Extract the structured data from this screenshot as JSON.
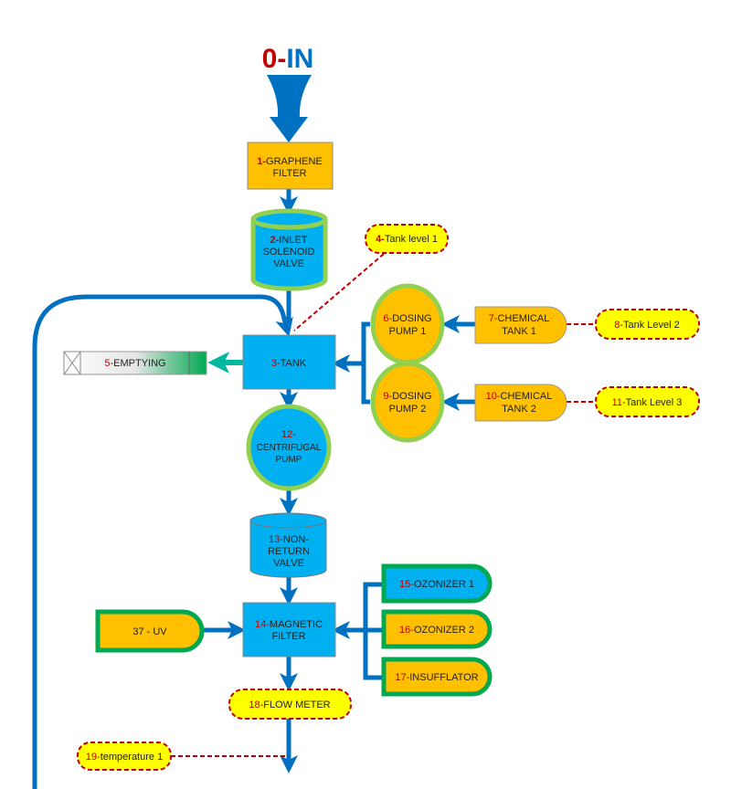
{
  "colors": {
    "flow": "#0070c0",
    "orange": "#ffc000",
    "blue": "#00b0f0",
    "green_outline": "#92d050",
    "dark_green_outline": "#00a84f",
    "sensor_fill": "#ffff00",
    "sensor_border": "#c00000",
    "number_red": "#c00000"
  },
  "title": {
    "num": "0-",
    "text": "IN"
  },
  "nodes": {
    "n1": {
      "num": "1-",
      "line1": "GRAPHENE",
      "line2": "FILTER"
    },
    "n2": {
      "num": "2-",
      "line1": "INLET",
      "line2": "SOLENOID",
      "line3": "VALVE"
    },
    "n3": {
      "num": "3-",
      "text": "TANK"
    },
    "n4": {
      "num": "4-",
      "text": "Tank level 1"
    },
    "n5": {
      "num": "5-",
      "text": "EMPTYING"
    },
    "n6": {
      "num": "6-",
      "line1": "DOSING",
      "line2": "PUMP 1"
    },
    "n7": {
      "num": "7-",
      "line1": "CHEMICAL",
      "line2": "TANK 1"
    },
    "n8": {
      "num": "8-",
      "text": "Tank Level 2"
    },
    "n9": {
      "num": "9-",
      "line1": "DOSING",
      "line2": "PUMP 2"
    },
    "n10": {
      "num": "10-",
      "line1": "CHEMICAL",
      "line2": "TANK 2"
    },
    "n11": {
      "num": "11-",
      "text": "Tank Level 3"
    },
    "n12": {
      "num": "12-",
      "line2": "CENTRIFUGAL",
      "line3": "PUMP"
    },
    "n13": {
      "num": "13-",
      "line1": "NON-",
      "line2": "RETURN",
      "line3": "VALVE"
    },
    "n14": {
      "num": "14-",
      "line1": "MAGNETIC",
      "line2": "FILTER"
    },
    "n15": {
      "num": "15-",
      "text": "OZONIZER 1"
    },
    "n16": {
      "num": "16-",
      "text": "OZONIZER 2"
    },
    "n17": {
      "num": "17-",
      "text": "INSUFFLATOR"
    },
    "n18": {
      "num": "18-",
      "text": "FLOW METER"
    },
    "n19": {
      "num": "19-",
      "text": "temperature 1"
    },
    "n37": {
      "text": "37 - UV"
    }
  }
}
